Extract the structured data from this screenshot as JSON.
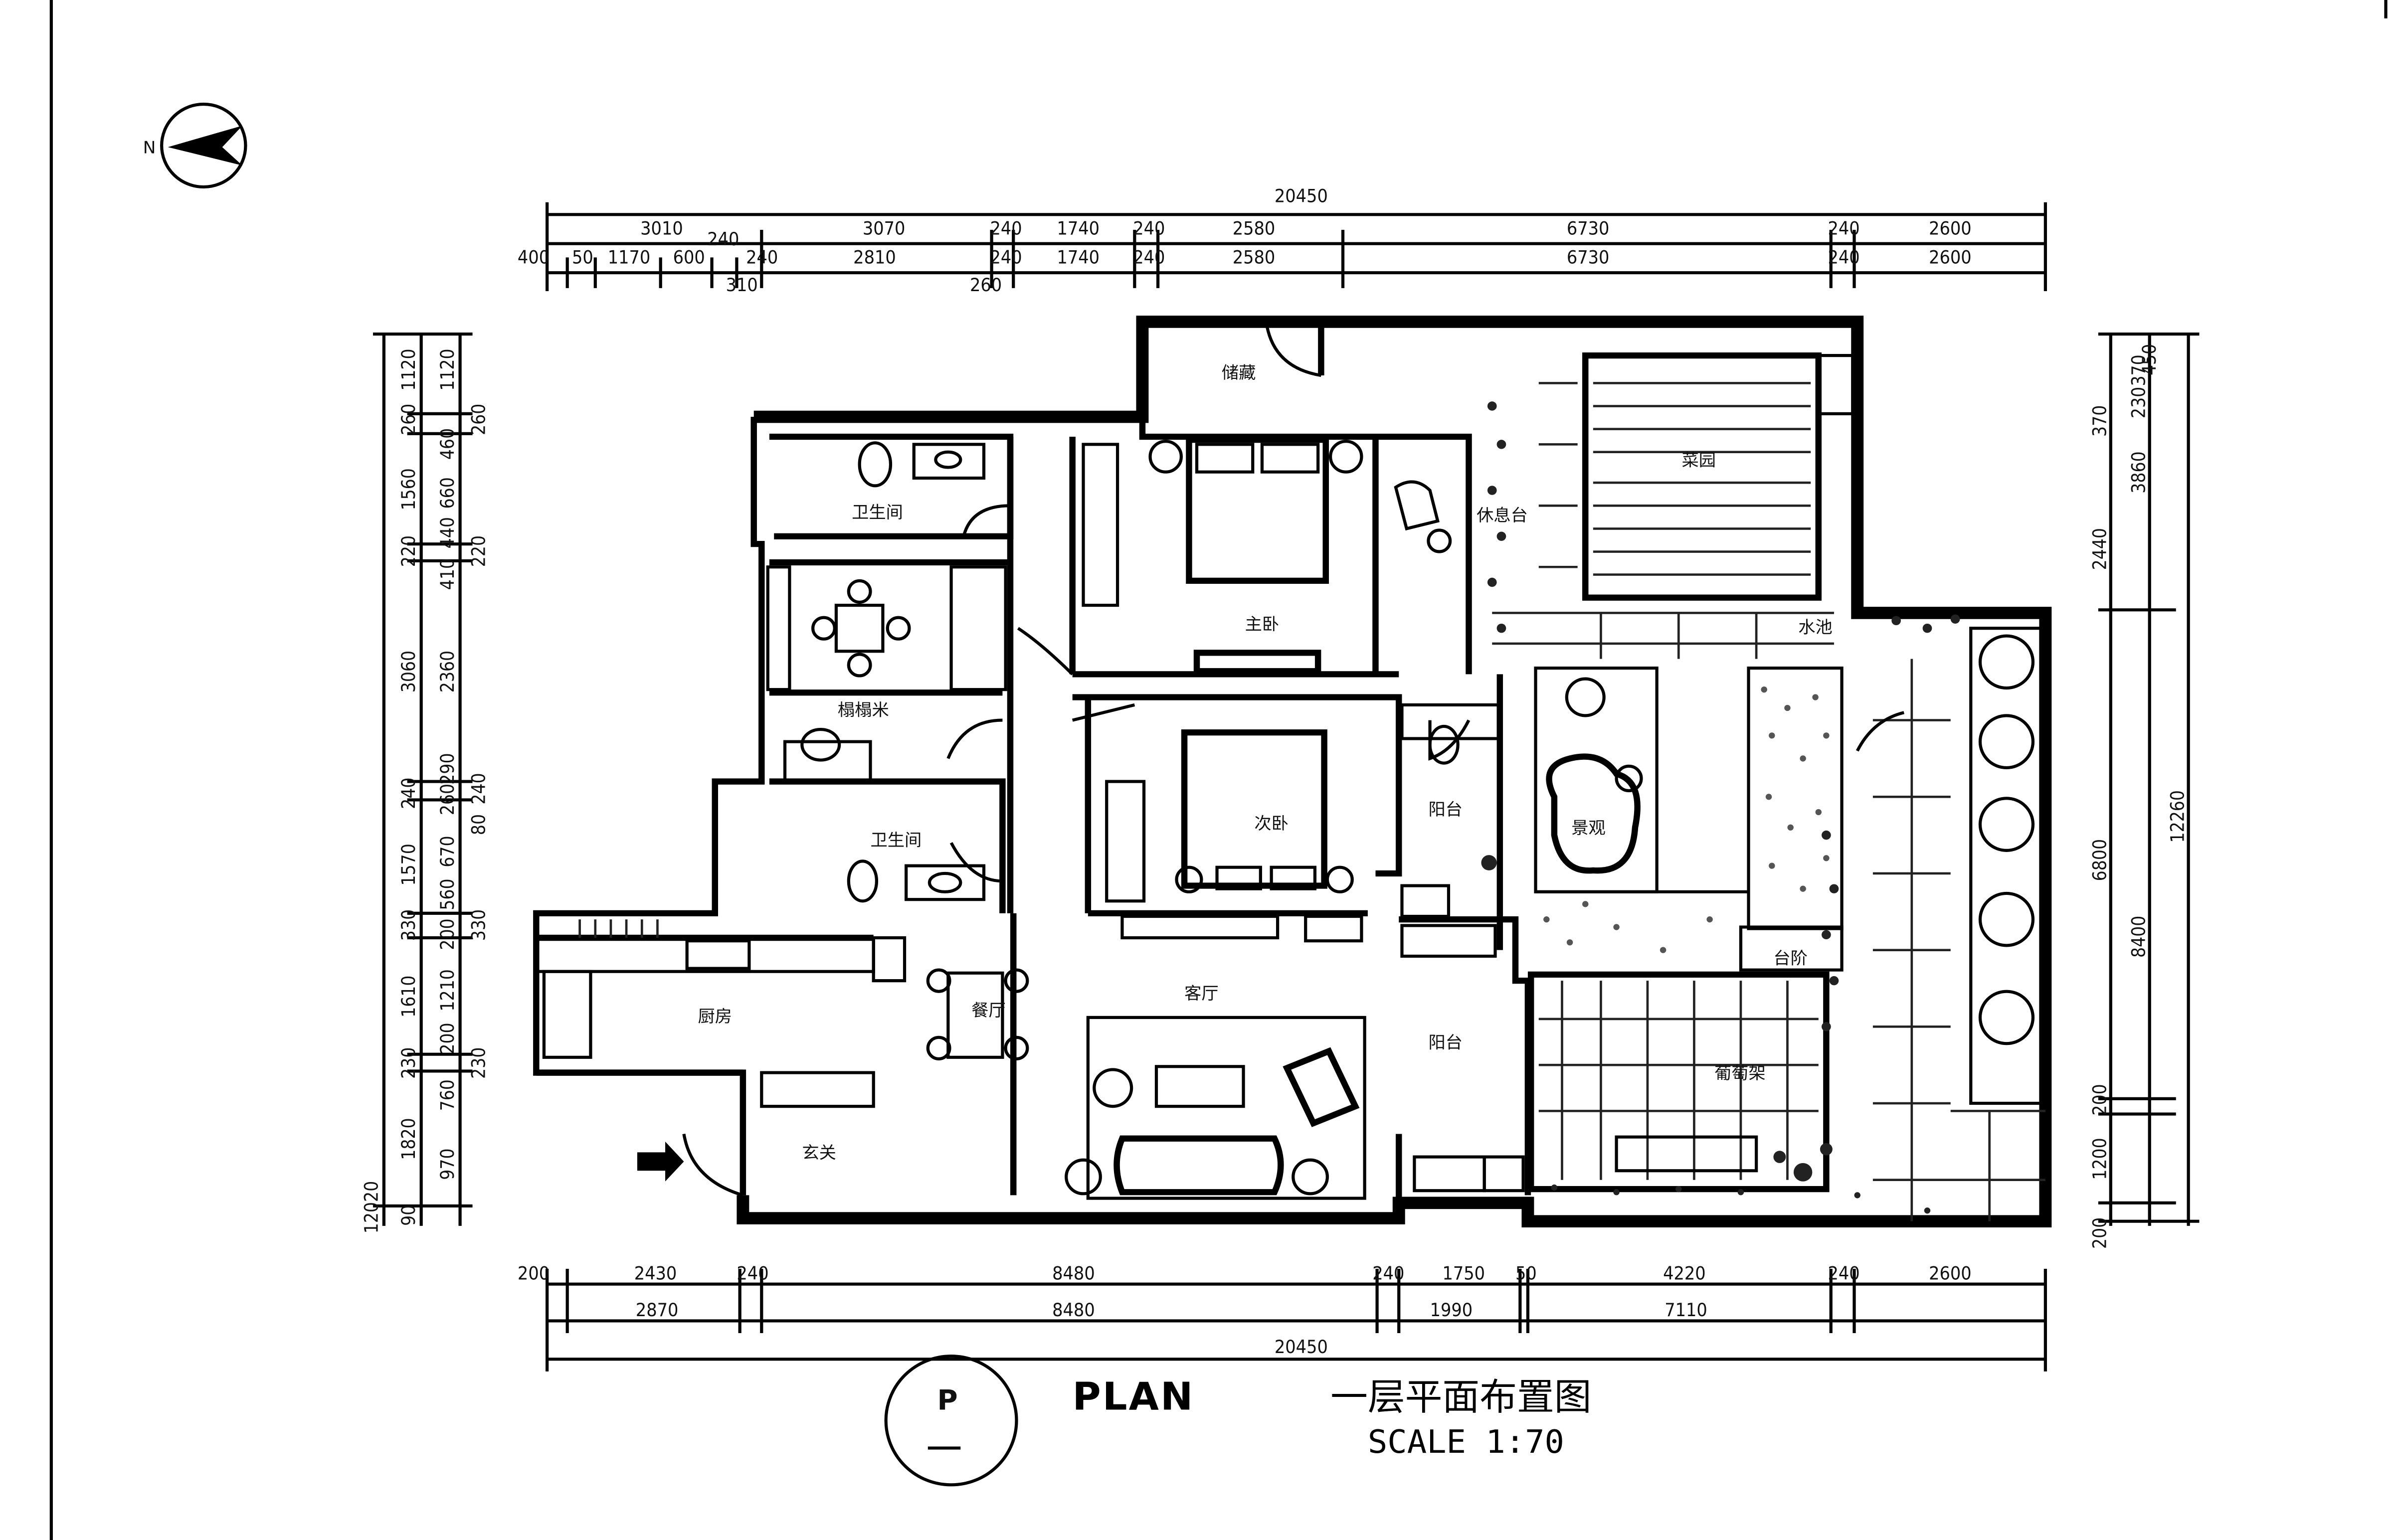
{
  "north_label": "N",
  "title": {
    "badge": "P",
    "plan": "PLAN",
    "name_cn": "一层平面布置图",
    "scale": "SCALE   1:70"
  },
  "rooms": {
    "storage": "储藏",
    "garden": "菜园",
    "rest_deck": "休息台",
    "water_pool": "水池",
    "bathroom_top": "卫生间",
    "tatami": "榻榻米",
    "master_bedroom": "主卧",
    "bathroom_mid": "卫生间",
    "second_bedroom": "次卧",
    "balcony_upper": "阳台",
    "landscape": "景观",
    "steps": "台阶",
    "kitchen": "厨房",
    "dining": "餐厅",
    "living": "客厅",
    "balcony_lower": "阳台",
    "pergola": "葡萄架",
    "entrance": "玄关"
  },
  "dimensions": {
    "top_total": "20450",
    "top_row1": [
      "3010",
      "3070",
      "240",
      "1740",
      "240",
      "2580",
      "6730",
      "240",
      "2600"
    ],
    "top_row1_extra": "240",
    "top_row2": [
      "400",
      "50",
      "1170",
      "600",
      "240",
      "2810",
      "240",
      "1740",
      "240",
      "2580",
      "6730",
      "240",
      "2600"
    ],
    "top_row2_under": [
      "310",
      "260"
    ],
    "bottom_row1": [
      "200",
      "2430",
      "240",
      "8480",
      "240",
      "1750",
      "50",
      "4220",
      "240",
      "2600"
    ],
    "bottom_row2": [
      "2870",
      "8480",
      "1990",
      "7110"
    ],
    "bottom_total": "20450",
    "left_total": "12020",
    "left_row_outer": [
      "1120",
      "260",
      "1560",
      "220",
      "3060",
      "240",
      "1570",
      "330",
      "1610",
      "230",
      "1820",
      "90"
    ],
    "left_row_inner": [
      "1120",
      "460",
      "660",
      "440",
      "410",
      "2360",
      "290",
      "260",
      "670",
      "560",
      "200",
      "1210",
      "200",
      "760",
      "970"
    ],
    "left_row_side": [
      "260",
      "220",
      "240",
      "80",
      "330",
      "230"
    ],
    "right_total": "12260",
    "right_row_outer": [
      "370",
      "2440",
      "6800",
      "200",
      "1200",
      "200"
    ],
    "right_row_mid": [
      "370",
      "230",
      "3860",
      "8400"
    ],
    "right_row_top": [
      "450"
    ]
  }
}
